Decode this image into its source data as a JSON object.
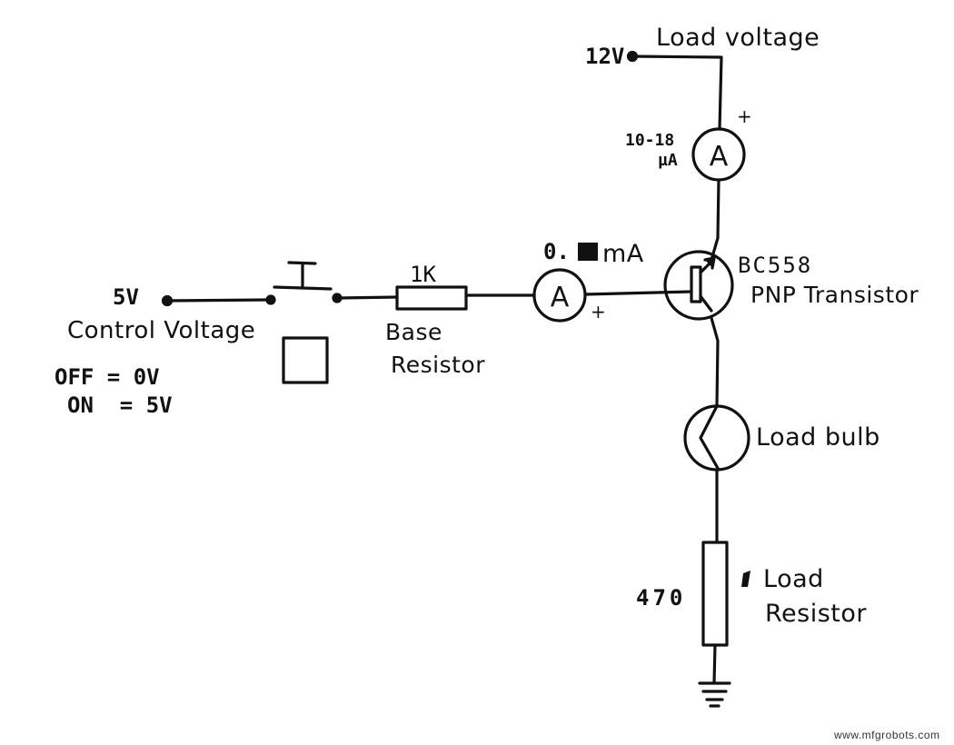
{
  "labels": {
    "load_voltage": "Load voltage",
    "supply_12v": "12V",
    "ammeter_top_reading_line1": "10-18",
    "ammeter_top_reading_line2": "µA",
    "ammeter_base_reading_prefix": "0.",
    "ammeter_base_reading_unit": "mA",
    "transistor_model": "BC558",
    "transistor_type": "PNP Transistor",
    "control_5v": "5V",
    "control_voltage": "Control Voltage",
    "off_state": "OFF = 0V",
    "on_state": "ON  = 5V",
    "base_resistor_value": "1K",
    "base_resistor_line1": "Base",
    "base_resistor_line2": "Resistor",
    "load_bulb": "Load bulb",
    "load_resistor_value": "470",
    "load_resistor_line1": "Load",
    "load_resistor_line2": "Resistor",
    "ammeter_symbol": "A",
    "plus_sign": "+",
    "switch_label": "I",
    "watermark": "www.mfgrobots.com"
  }
}
